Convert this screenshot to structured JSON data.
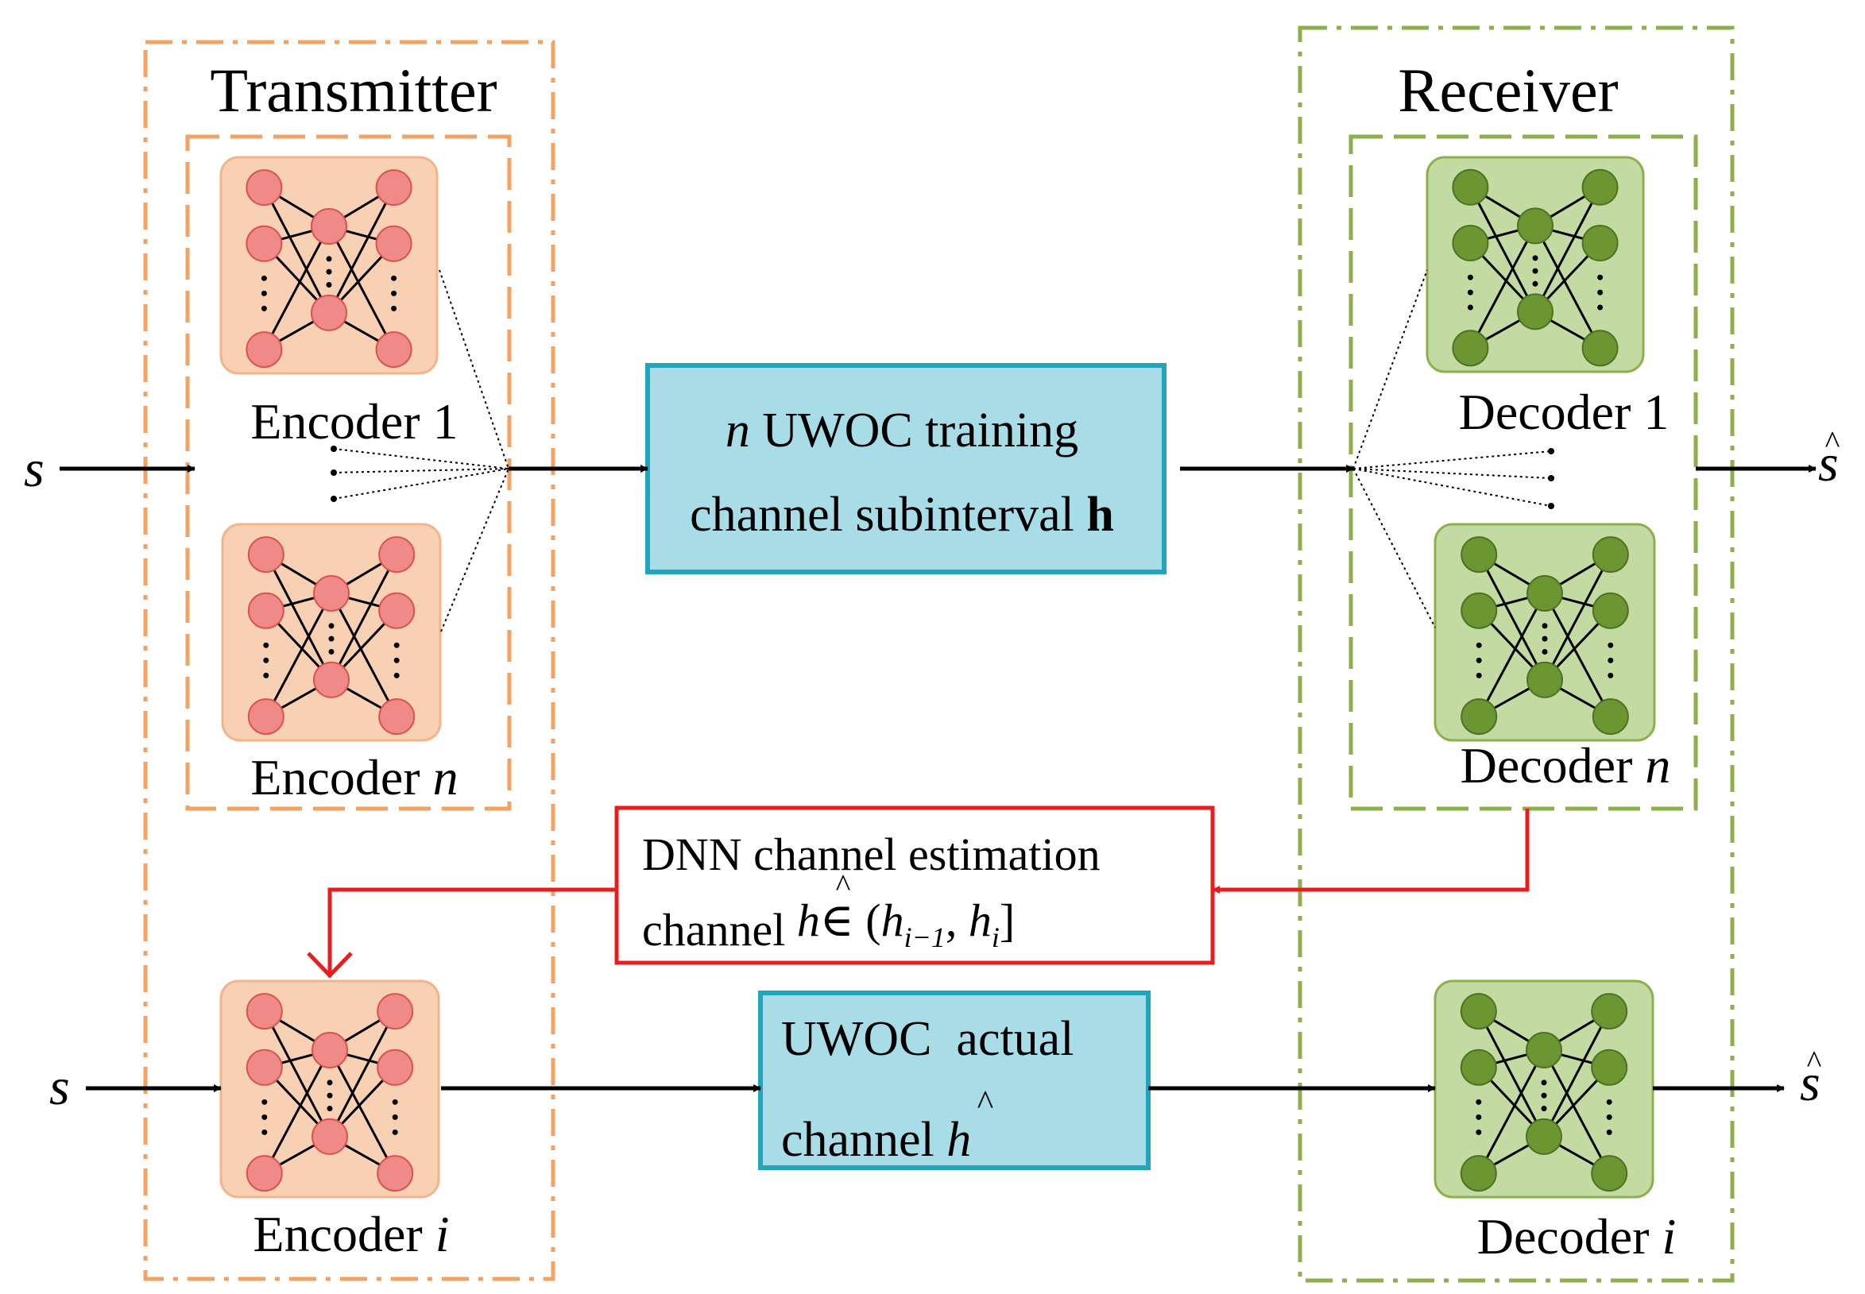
{
  "colors": {
    "transmitter_frame": "#F4A262",
    "receiver_frame": "#8DB04C",
    "encoder_fill": "#F8D0B4",
    "encoder_stroke": "#F2B48A",
    "encoder_node": "#F08A88",
    "encoder_node_stroke": "#D9534F",
    "decoder_fill": "#C3DBA3",
    "decoder_stroke": "#8DB04C",
    "decoder_node": "#6B9632",
    "decoder_node_stroke": "#4D7322",
    "channel_fill": "#A8DDE8",
    "channel_stroke": "#21A5BD",
    "feedback": "#E81E1E"
  },
  "transmitter": {
    "title": "Transmitter",
    "encoder_1": {
      "text": "Encoder 1"
    },
    "encoder_n": {
      "text": "Encoder ",
      "var": "n"
    },
    "encoder_i": {
      "text": "Encoder ",
      "var": "i"
    }
  },
  "receiver": {
    "title": "Receiver",
    "decoder_1": {
      "text": "Decoder 1"
    },
    "decoder_n": {
      "text": "Decoder ",
      "var": "n"
    },
    "decoder_i": {
      "text": "Decoder ",
      "var": "i"
    }
  },
  "training_channel": {
    "line1_var": "n",
    "line1_text": " UWOC training",
    "line2_text": "channel subinterval ",
    "line2_bold": "h"
  },
  "estimation": {
    "line1": "DNN channel estimation",
    "line2_text": "channel ",
    "line2_hat": "h",
    "line2_in": "∈ (",
    "line2_h1": "h",
    "line2_sub1": "i−1",
    "line2_comma": ", ",
    "line2_h2": "h",
    "line2_sub2": "i",
    "line2_close": "]"
  },
  "actual_channel": {
    "line1": "UWOC  actual",
    "line2_text": "channel ",
    "line2_hat": "h"
  },
  "signals": {
    "input": "s",
    "output": "s"
  }
}
